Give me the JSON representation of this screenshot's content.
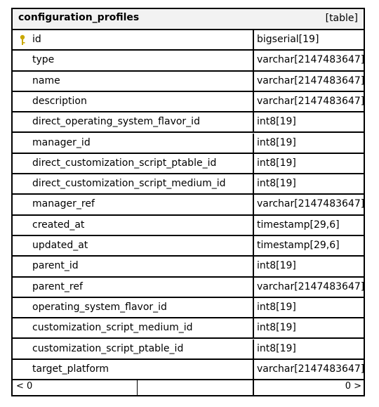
{
  "table": {
    "name": "configuration_profiles",
    "kind": "[table]",
    "columns": [
      {
        "name": "id",
        "type": "bigserial[19]",
        "primary_key": true
      },
      {
        "name": "type",
        "type": "varchar[2147483647]"
      },
      {
        "name": "name",
        "type": "varchar[2147483647]"
      },
      {
        "name": "description",
        "type": "varchar[2147483647]"
      },
      {
        "name": "direct_operating_system_flavor_id",
        "type": "int8[19]"
      },
      {
        "name": "manager_id",
        "type": "int8[19]"
      },
      {
        "name": "direct_customization_script_ptable_id",
        "type": "int8[19]"
      },
      {
        "name": "direct_customization_script_medium_id",
        "type": "int8[19]"
      },
      {
        "name": "manager_ref",
        "type": "varchar[2147483647]"
      },
      {
        "name": "created_at",
        "type": "timestamp[29,6]"
      },
      {
        "name": "updated_at",
        "type": "timestamp[29,6]"
      },
      {
        "name": "parent_id",
        "type": "int8[19]"
      },
      {
        "name": "parent_ref",
        "type": "varchar[2147483647]"
      },
      {
        "name": "operating_system_flavor_id",
        "type": "int8[19]"
      },
      {
        "name": "customization_script_medium_id",
        "type": "int8[19]"
      },
      {
        "name": "customization_script_ptable_id",
        "type": "int8[19]"
      },
      {
        "name": "target_platform",
        "type": "varchar[2147483647]"
      }
    ],
    "footer": {
      "left": "< 0",
      "right": "0 >"
    }
  },
  "colors": {
    "border": "#000000",
    "header_bg": "#f2f2f2",
    "key_icon": "#c9a800"
  },
  "icons": {
    "primary_key": "key-icon"
  }
}
